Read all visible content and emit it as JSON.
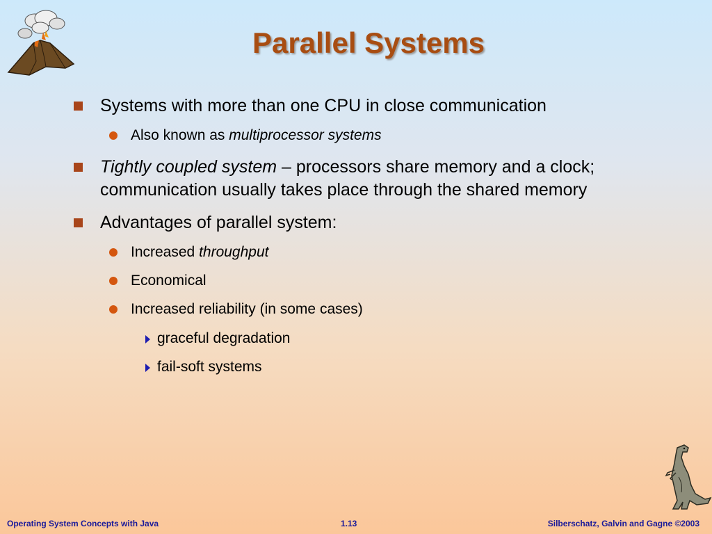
{
  "title": "Parallel Systems",
  "bullets": {
    "b1": "Systems with more than one CPU in close communication",
    "b1_1_prefix": "Also known as ",
    "b1_1_em": "multiprocessor systems",
    "b2_em": "Tightly coupled system",
    "b2_rest_line1": " – processors share memory and a clock;",
    "b2_line2": "communication usually takes place through the shared memory",
    "b3": "Advantages of parallel system:",
    "b3_1_prefix": "Increased ",
    "b3_1_em": "throughput",
    "b3_2": "Economical",
    "b3_3": "Increased reliability (in some cases)",
    "b3_3_1": "graceful degradation",
    "b3_3_2": "fail-soft systems"
  },
  "footer": {
    "left": "Operating System Concepts with Java",
    "center": "1.13",
    "right": "Silberschatz, Galvin and Gagne ©2003"
  },
  "colors": {
    "title": "#a84d12",
    "square_bullet": "#a8451a",
    "dot_bullet": "#d4560e",
    "arrow_bullet": "#1d1db0",
    "footer_text": "#1a1a9a"
  },
  "icons": [
    "volcano-icon",
    "dinosaur-icon"
  ]
}
